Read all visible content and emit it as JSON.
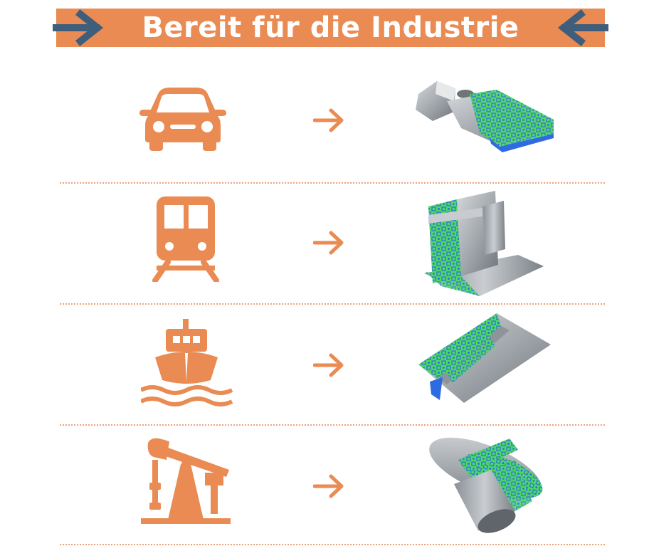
{
  "banner": {
    "title": "Bereit für die Industrie",
    "left_arrow_icon": "arrow-right-icon",
    "right_arrow_icon": "arrow-left-icon"
  },
  "colors": {
    "accent": "#E98B52",
    "arrow_dark": "#3F5E7C",
    "pattern_green": "#4CD964",
    "pattern_blue": "#2F6BE0",
    "metal": "#A9AEB3"
  },
  "rows": [
    {
      "industry_icon": "car-icon",
      "pointer_icon": "arrow-right-icon",
      "part": "bracket-part-with-speckle-pattern"
    },
    {
      "industry_icon": "train-icon",
      "pointer_icon": "arrow-right-icon",
      "part": "angle-profile-part-with-speckle-pattern"
    },
    {
      "industry_icon": "ship-icon",
      "pointer_icon": "arrow-right-icon",
      "part": "welded-plate-part-with-speckle-pattern"
    },
    {
      "industry_icon": "oil-pump-icon",
      "pointer_icon": "arrow-right-icon",
      "part": "flanged-tube-part-with-speckle-pattern"
    }
  ]
}
